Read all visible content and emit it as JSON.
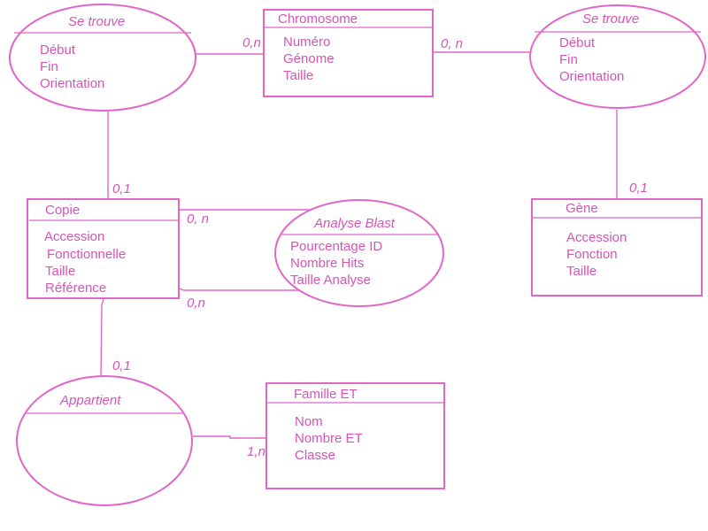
{
  "colors": {
    "stroke": "#e066c8",
    "text": "#d455b6",
    "background": "#ffffff"
  },
  "nodes": {
    "se_trouve_left": {
      "title": "Se trouve",
      "attributes": [
        "Début",
        "Fin",
        "Orientation"
      ]
    },
    "chromosome": {
      "title": "Chromosome",
      "attributes": [
        "Numéro",
        "Génome",
        "Taille"
      ]
    },
    "se_trouve_right": {
      "title": "Se trouve",
      "attributes": [
        "Début",
        "Fin",
        "Orientation"
      ]
    },
    "copie": {
      "title": "Copie",
      "attributes": [
        "Accession",
        "Fonctionnelle",
        "Taille",
        "Référence"
      ]
    },
    "analyse_blast": {
      "title": "Analyse Blast",
      "attributes": [
        "Pourcentage ID",
        "Nombre Hits",
        "Taille Analyse"
      ]
    },
    "gene": {
      "title": "Gène",
      "attributes": [
        "Accession",
        "Fonction",
        "Taille"
      ]
    },
    "appartient": {
      "title": "Appartient",
      "attributes": []
    },
    "famille_et": {
      "title": "Famille ET",
      "attributes": [
        "Nom",
        "Nombre ET",
        "Classe"
      ]
    }
  },
  "cardinalities": {
    "chromosome_left": "0,n",
    "chromosome_right": "0, n",
    "copie_se_trouve": "0,1",
    "gene_se_trouve": "0,1",
    "copie_blast_top": "0, n",
    "copie_blast_bottom": "0,n",
    "copie_appartient": "0,1",
    "famille_appartient": "1,n"
  }
}
